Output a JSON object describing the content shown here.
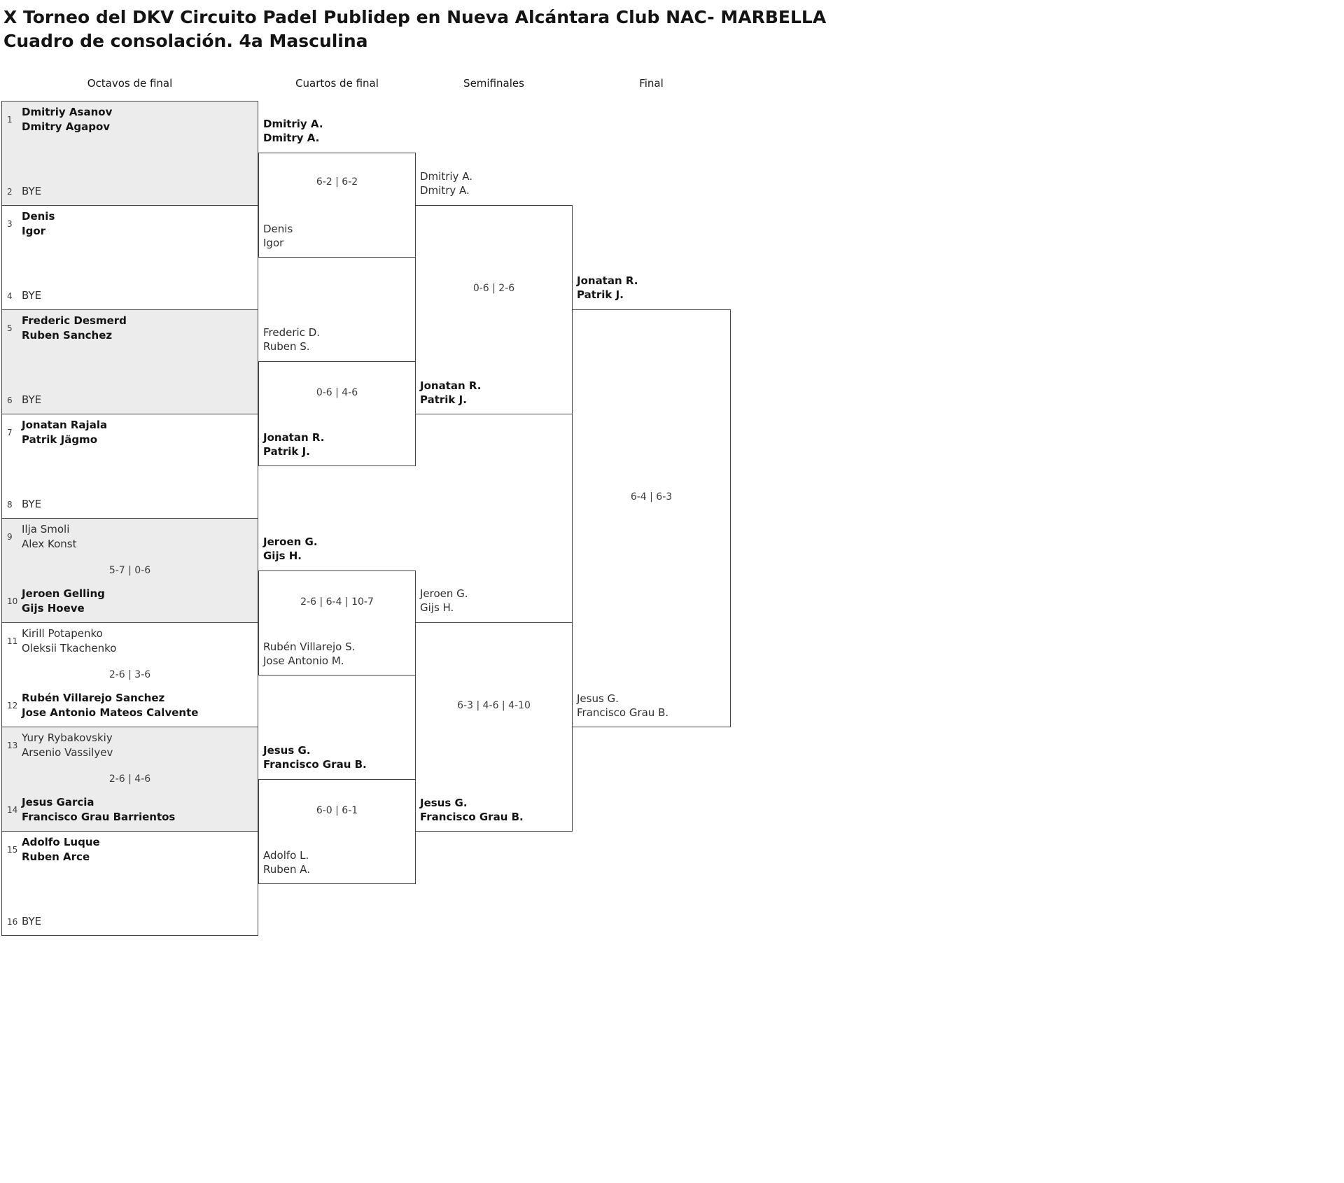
{
  "page": {
    "title": "X Torneo del DKV Circuito Padel Publidep en Nueva Alcántara Club NAC- MARBELLA",
    "subtitle": "Cuadro de consolación. 4a Masculina"
  },
  "round_headers": [
    "Octavos de final",
    "Cuartos de final",
    "Semifinales",
    "Final"
  ],
  "first_round": [
    {
      "seed": "1",
      "line1": "Dmitriy Asanov",
      "line2": "Dmitry Agapov"
    },
    {
      "seed": "2",
      "line1": "BYE"
    },
    {
      "seed": "3",
      "line1": "Denis",
      "line2": "Igor"
    },
    {
      "seed": "4",
      "line1": "BYE"
    },
    {
      "seed": "5",
      "line1": "Frederic Desmerd",
      "line2": "Ruben Sanchez"
    },
    {
      "seed": "6",
      "line1": "BYE"
    },
    {
      "seed": "7",
      "line1": "Jonatan Rajala",
      "line2": "Patrik Jägmo"
    },
    {
      "seed": "8",
      "line1": "BYE"
    },
    {
      "seed": "9",
      "line1": "Ilja Smoli",
      "line2": "Alex Konst"
    },
    {
      "seed": "10",
      "line1": "Jeroen Gelling",
      "line2": "Gijs Hoeve"
    },
    {
      "seed": "11",
      "line1": "Kirill Potapenko",
      "line2": "Oleksii Tkachenko"
    },
    {
      "seed": "12",
      "line1": "Rubén Villarejo Sanchez",
      "line2": "Jose Antonio Mateos Calvente"
    },
    {
      "seed": "13",
      "line1": "Yury Rybakovskiy",
      "line2": "Arsenio Vassilyev"
    },
    {
      "seed": "14",
      "line1": "Jesus Garcia",
      "line2": "Francisco Grau Barrientos"
    },
    {
      "seed": "15",
      "line1": "Adolfo Luque",
      "line2": "Ruben Arce"
    },
    {
      "seed": "16",
      "line1": "BYE"
    }
  ],
  "first_round_scores": [
    "5-7 | 0-6",
    "2-6 | 3-6",
    "2-6 | 4-6"
  ],
  "quarterfinal_entrants": [
    {
      "line1": "Dmitriy A.",
      "line2": "Dmitry A."
    },
    {
      "line1": "Denis",
      "line2": "Igor"
    },
    {
      "line1": "Frederic D.",
      "line2": "Ruben S."
    },
    {
      "line1": "Jonatan R.",
      "line2": "Patrik J."
    },
    {
      "line1": "Jeroen G.",
      "line2": "Gijs H."
    },
    {
      "line1": "Rubén Villarejo S.",
      "line2": "Jose Antonio M."
    },
    {
      "line1": "Jesus G.",
      "line2": "Francisco Grau B."
    },
    {
      "line1": "Adolfo L.",
      "line2": "Ruben A."
    }
  ],
  "quarterfinal_scores": [
    "6-2 | 6-2",
    "0-6 | 4-6",
    "2-6 | 6-4 | 10-7",
    "6-0 | 6-1"
  ],
  "semifinal_entrants": [
    {
      "line1": "Dmitriy A.",
      "line2": "Dmitry A."
    },
    {
      "line1": "Jonatan R.",
      "line2": "Patrik J."
    },
    {
      "line1": "Jeroen G.",
      "line2": "Gijs H."
    },
    {
      "line1": "Jesus G.",
      "line2": "Francisco Grau B."
    }
  ],
  "semifinal_scores": [
    "0-6 | 2-6",
    "6-3 | 4-6 | 4-10"
  ],
  "final_entrants": [
    {
      "line1": "Jonatan R.",
      "line2": "Patrik J."
    },
    {
      "line1": "Jesus G.",
      "line2": "Francisco Grau B."
    }
  ],
  "final_score": "6-4 | 6-3",
  "colors": {
    "shaded_box": "#ececec",
    "border": "#444444",
    "winner_text": "#141414",
    "loser_text": "#2e2e2e"
  }
}
